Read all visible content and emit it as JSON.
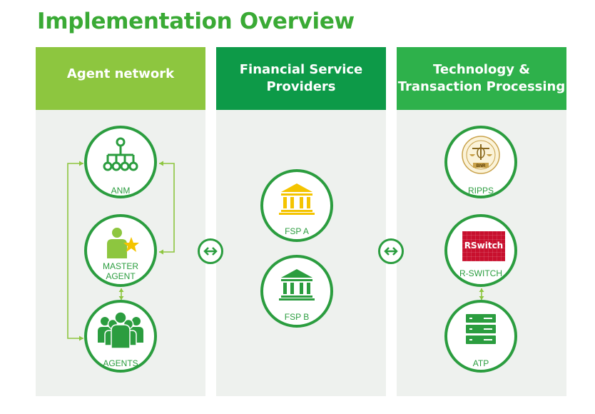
{
  "title": "Implementation Overview",
  "columns": [
    {
      "heading_line1": "Agent network",
      "heading_line2": ""
    },
    {
      "heading_line1": "Financial Service",
      "heading_line2": "Providers"
    },
    {
      "heading_line1": "Technology &",
      "heading_line2": "Transaction Processing"
    }
  ],
  "agent_network": {
    "anm": "ANM",
    "master_agent_line1": "MASTER",
    "master_agent_line2": "AGENT",
    "agents": "AGENTS"
  },
  "fsp": {
    "fsp_a": "FSP A",
    "fsp_b": "FSP B"
  },
  "technology": {
    "ripps": "RIPPS",
    "ripps_logo_text": "BNR",
    "rswitch": "R-SWITCH",
    "rswitch_logo_text": "RSwitch",
    "atp": "ATP"
  },
  "colors": {
    "light_green": "#8dc63f",
    "dark_green": "#0d9a48",
    "mid_green": "#2eb14b",
    "yellow": "#f4c400",
    "rswitch_red": "#c8102e"
  }
}
